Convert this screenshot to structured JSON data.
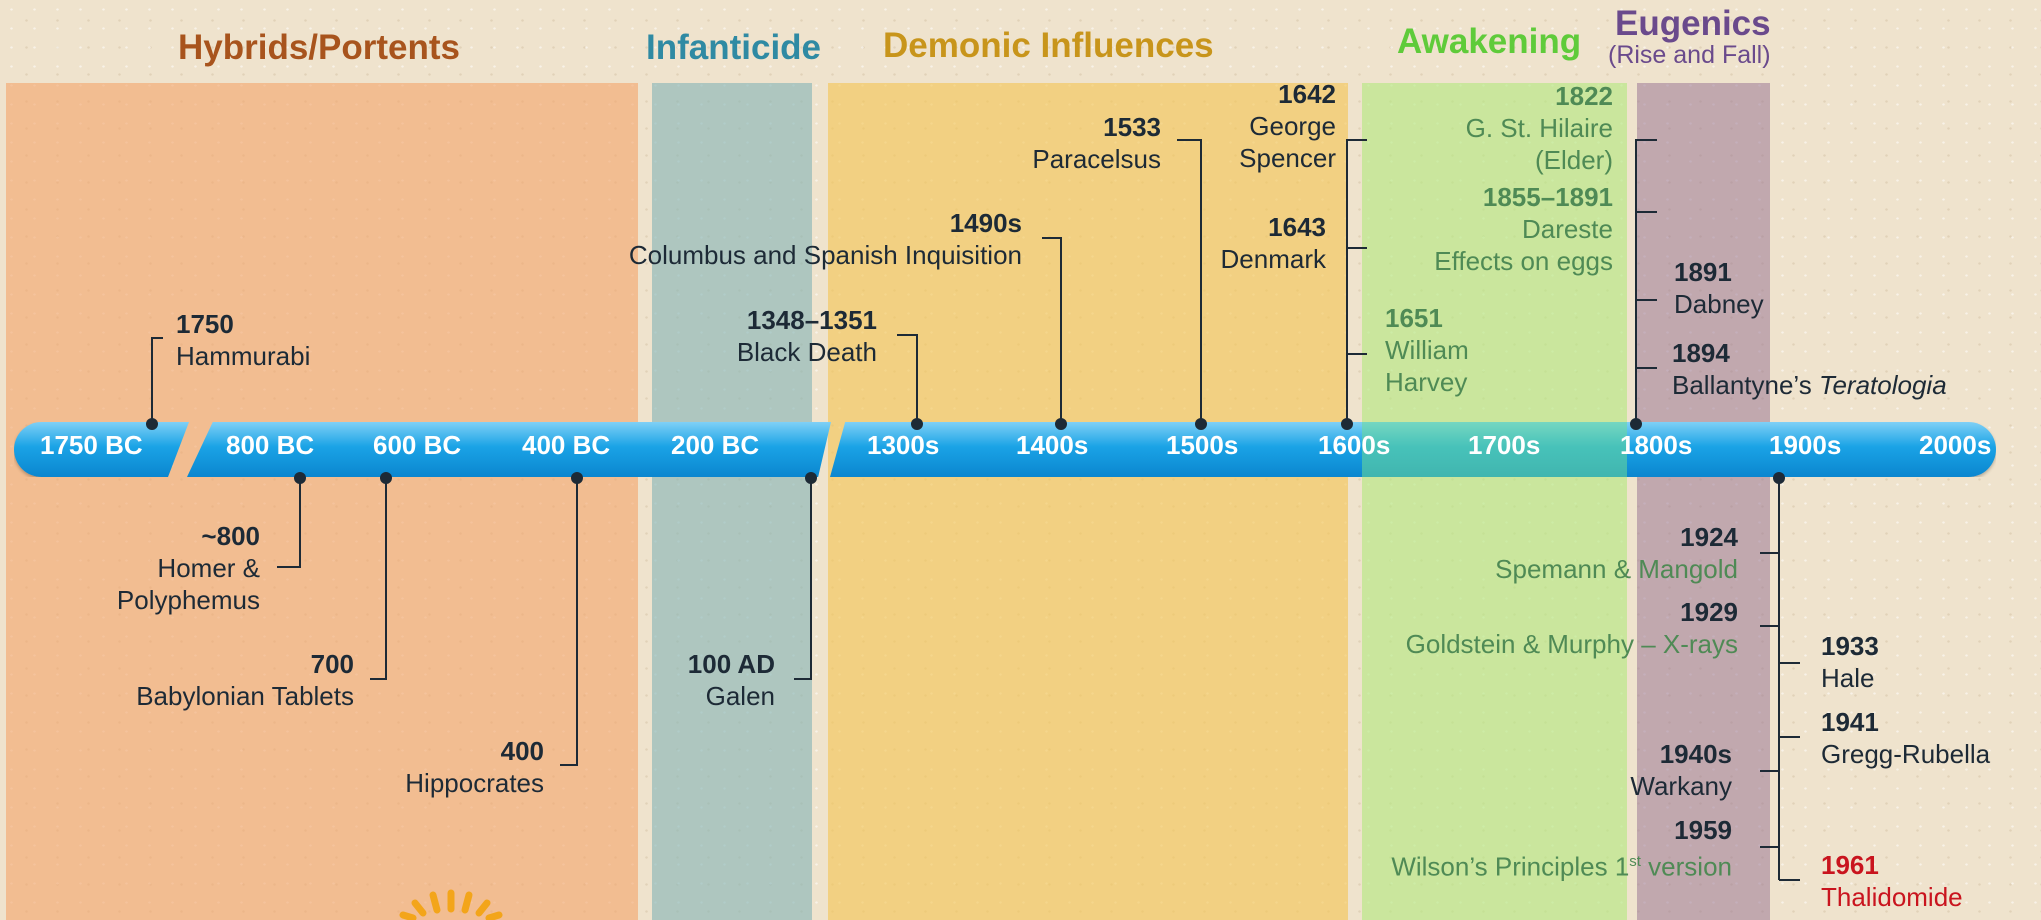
{
  "eras": [
    {
      "title": "Hybrids/Portents",
      "color": "#a8541d"
    },
    {
      "title": "Infanticide",
      "color": "#2f8aa3"
    },
    {
      "title": "Demonic Influences",
      "color": "#c8951b"
    },
    {
      "title": "Awakening",
      "color": "#5fcb3a"
    },
    {
      "title": "Eugenics",
      "subtitle": "(Rise and Fall)",
      "color": "#6a4a8c"
    }
  ],
  "ticks": [
    "1750 BC",
    "800 BC",
    "600 BC",
    "400 BC",
    "200 BC",
    "1300s",
    "1400s",
    "1500s",
    "1600s",
    "1700s",
    "1800s",
    "1900s",
    "2000s"
  ],
  "events": {
    "hammurabi": {
      "year": "1750",
      "name": "Hammurabi"
    },
    "homer": {
      "year": "~800",
      "name1": "Homer &",
      "name2": "Polyphemus"
    },
    "babylonian": {
      "year": "700",
      "name": "Babylonian Tablets"
    },
    "hippocrates": {
      "year": "400",
      "name": "Hippocrates"
    },
    "galen": {
      "year": "100 AD",
      "name": "Galen"
    },
    "black_death": {
      "year": "1348–1351",
      "name": "Black Death"
    },
    "columbus": {
      "year": "1490s",
      "name": "Columbus and Spanish Inquisition"
    },
    "paracelsus": {
      "year": "1533",
      "name": "Paracelsus"
    },
    "spencer": {
      "year": "1642",
      "name1": "George",
      "name2": "Spencer"
    },
    "denmark": {
      "year": "1643",
      "name": "Denmark"
    },
    "harvey": {
      "year": "1651",
      "name1": "William",
      "name2": "Harvey"
    },
    "hilaire": {
      "year": "1822",
      "name1": "G. St. Hilaire",
      "name2": "(Elder)"
    },
    "dareste": {
      "year": "1855–1891",
      "name1": "Dareste",
      "name2": "Effects on eggs"
    },
    "dabney": {
      "year": "1891",
      "name": "Dabney"
    },
    "ballantyne": {
      "year": "1894",
      "name": "Ballantyne’s",
      "name_italic": "Teratologia"
    },
    "spemann": {
      "year": "1924",
      "name": "Spemann & Mangold"
    },
    "goldstein": {
      "year": "1929",
      "name": "Goldstein & Murphy – X-rays"
    },
    "hale": {
      "year": "1933",
      "name": "Hale"
    },
    "gregg": {
      "year": "1941",
      "name": "Gregg-Rubella"
    },
    "warkany": {
      "year": "1940s",
      "name": "Warkany"
    },
    "wilson": {
      "year": "1959",
      "name_pre": "Wilson’s Principles 1",
      "name_sup": "st",
      "name_post": " version"
    },
    "thalidomide": {
      "year": "1961",
      "name": "Thalidomide"
    }
  }
}
